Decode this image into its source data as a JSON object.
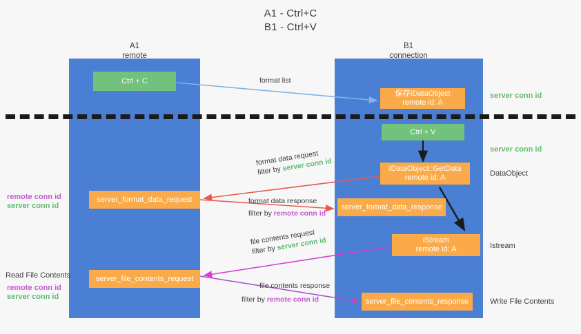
{
  "title": {
    "line1": "A1 - Ctrl+C",
    "line2": "B1 - Ctrl+V"
  },
  "columns": [
    {
      "name": "A1",
      "sub": "remote"
    },
    {
      "name": "B1",
      "sub": "connection"
    }
  ],
  "nodes": {
    "ctrl_c": {
      "label": "Ctrl + C"
    },
    "save_idataobject": {
      "line1": "保存IDataObject",
      "line2": "remote id: A"
    },
    "ctrl_v": {
      "label": "Ctrl + V"
    },
    "getdata": {
      "line1": "IDataObject::GetData",
      "line2": "remote id: A"
    },
    "istream": {
      "line1": "IStream",
      "line2": "remote id: A"
    },
    "server_format_data_request": {
      "label": "server_format_data_request"
    },
    "server_format_data_response": {
      "label": "server_format_data_response"
    },
    "server_file_contents_request": {
      "label": "server_file_contents_request"
    },
    "server_file_contents_response": {
      "label": "server_file_contents_response"
    }
  },
  "edges": {
    "format_list": {
      "label": "format list"
    },
    "format_data_request": {
      "line1": "format data request",
      "filter_prefix": "filter by ",
      "filter_value": "server conn id"
    },
    "format_data_response": {
      "line1": "format data response",
      "filter_prefix": "filter by ",
      "filter_value": "remote conn id"
    },
    "file_contents_request": {
      "line1": "file contents request",
      "filter_prefix": "filter by ",
      "filter_value": "server conn id"
    },
    "file_contents_response": {
      "line1": "file contents response",
      "filter_prefix": "filter by ",
      "filter_value": "remote conn id"
    }
  },
  "right_notes": {
    "server_conn_id_top": "server conn id",
    "server_conn_id_mid": "server conn id",
    "dataobject": "DataObject",
    "istream": "Istream",
    "write_file_contents": "Write File Contents"
  },
  "left_notes": {
    "remote_conn_id_1": "remote conn id",
    "server_conn_id_1": "server conn id",
    "read_file_contents": "Read File Contents",
    "remote_conn_id_2": "remote conn id",
    "server_conn_id_2": "server conn id"
  },
  "colors": {
    "lane": "#4a7fd4",
    "green_node": "#72c17c",
    "orange_node": "#fbaa49",
    "green_text": "#5fba6e",
    "purple_text": "#c45ad0",
    "arrow_blue": "#7fb3e8",
    "arrow_red": "#e8594c",
    "arrow_magenta": "#d63fd6",
    "arrow_purple": "#a855c8",
    "arrow_black": "#1b1b1b",
    "divider": "#1b1b1b",
    "background": "#f7f7f7"
  }
}
